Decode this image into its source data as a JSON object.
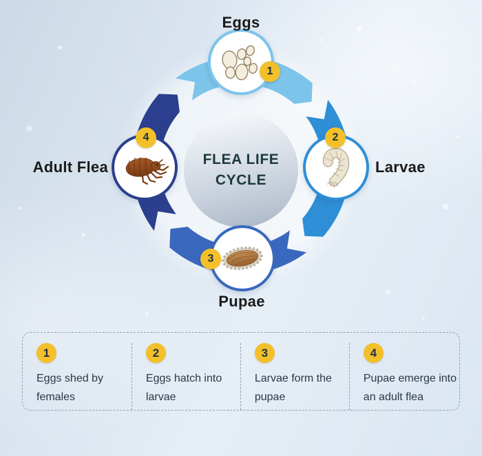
{
  "diagram": {
    "center": {
      "line1": "FLEA LIFE",
      "line2": "CYCLE"
    },
    "stages": [
      {
        "label": "Eggs",
        "badge": "1",
        "icon": "flea-eggs-illustration"
      },
      {
        "label": "Larvae",
        "badge": "2",
        "icon": "flea-larva-illustration"
      },
      {
        "label": "Pupae",
        "badge": "3",
        "icon": "flea-pupa-illustration"
      },
      {
        "label": "Adult Flea",
        "badge": "4",
        "icon": "adult-flea-illustration"
      }
    ]
  },
  "legend": {
    "items": [
      {
        "number": "1",
        "line1": "Eggs shed by",
        "line2": "females"
      },
      {
        "number": "2",
        "line1": "Eggs hatch into",
        "line2": "larvae"
      },
      {
        "number": "3",
        "line1": "Larvae form the",
        "line2": "pupae"
      },
      {
        "number": "4",
        "line1": "Pupae emerge into",
        "line2": "an adult flea"
      }
    ]
  },
  "colors": {
    "arrow_top": "#7cc4ea",
    "arrow_right": "#2e8ed6",
    "arrow_bottom": "#3a68be",
    "arrow_left": "#2b3f8e",
    "ring_eggs": "#7cc4ea",
    "ring_larvae": "#2e8ed6",
    "ring_pupae": "#3a68be",
    "ring_adult": "#2b3f8e",
    "badge_bg": "#f3c02a",
    "badge_text": "#21313f",
    "center_text": "#1b3a38",
    "label_text": "#1a1a1a",
    "legend_text": "#2a3845",
    "legend_border": "#93a1b0",
    "background": "#dde8f2"
  }
}
